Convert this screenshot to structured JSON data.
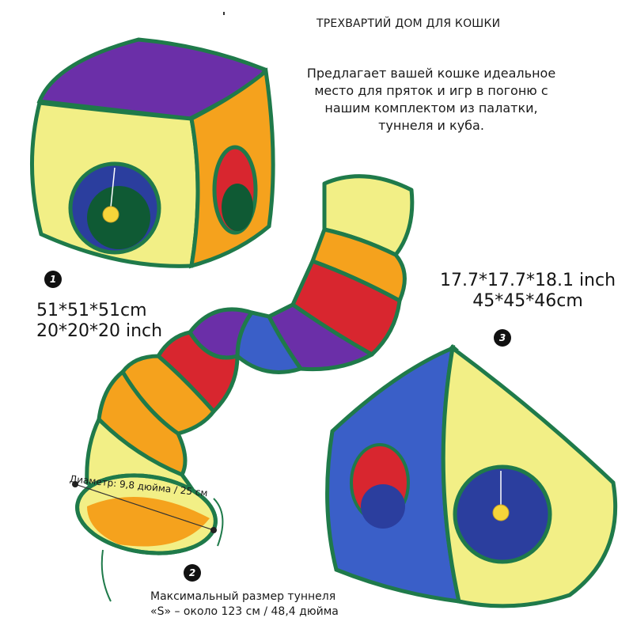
{
  "header": {
    "title": "ТРЕХВАРТИЙ ДОМ ДЛЯ КОШКИ"
  },
  "description": {
    "lines": [
      "Предлагает вашей кошке идеальное",
      "место для пряток и игр в погоню с",
      "нашим комплектом из палатки,",
      "туннеля и куба."
    ]
  },
  "item1": {
    "badge": "1",
    "dims_cm": "51*51*51cm",
    "dims_inch": "20*20*20 inch"
  },
  "item2": {
    "badge": "2",
    "diameter_label": "Диаметр: 9,8 дюйма / 25 см",
    "size_line1": "Максимальный размер туннеля",
    "size_line2": "«S» – около 123 см / 48,4 дюйма"
  },
  "item3": {
    "badge": "3",
    "dims_inch": "17.7*17.7*18.1 inch",
    "dims_cm": "45*45*46cm"
  },
  "colors": {
    "purple": "#6b2fa8",
    "yellow": "#f2ef86",
    "orange": "#f5a21d",
    "red": "#d8262f",
    "blue": "#3a5fc8",
    "green_trim": "#1f7a4a",
    "dark_green": "#0f5a34"
  },
  "icons": {
    "ball": "hanging-ball-toy"
  }
}
